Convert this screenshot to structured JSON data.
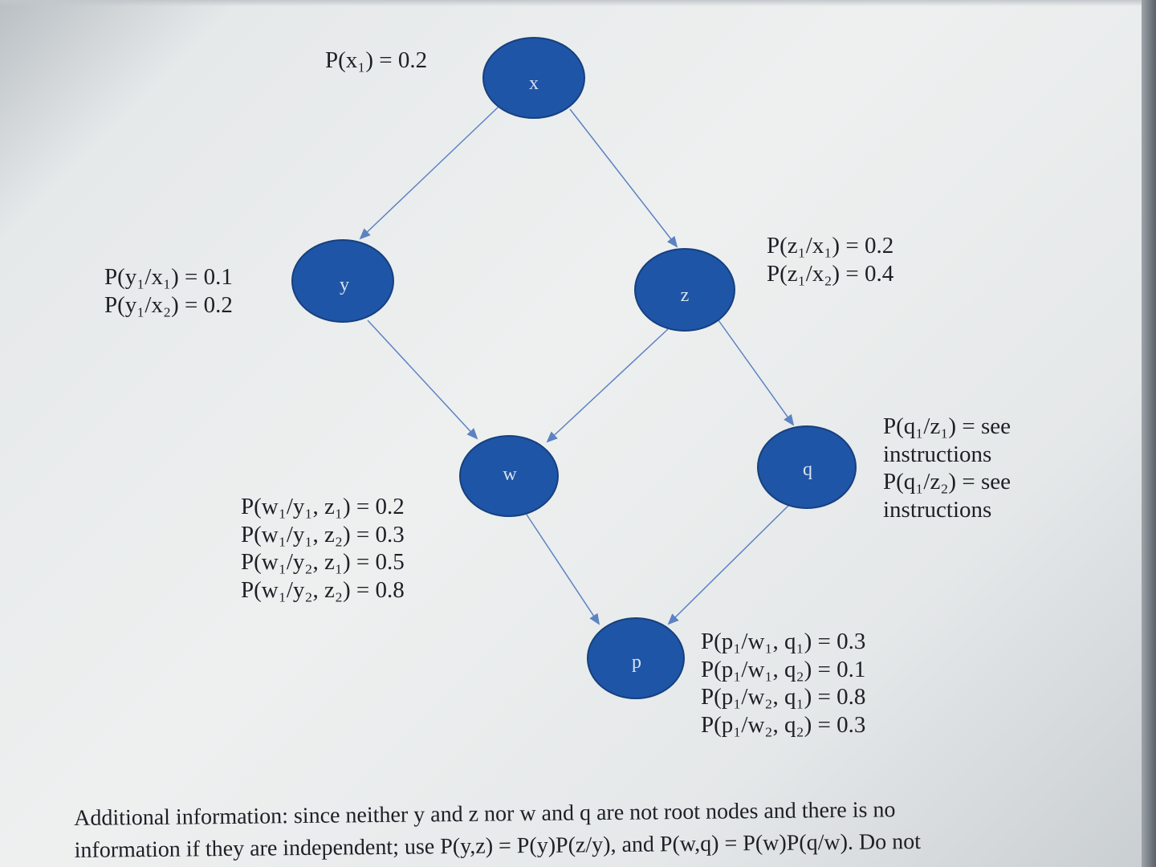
{
  "nodes": {
    "x": {
      "label": "x"
    },
    "y": {
      "label": "y"
    },
    "z": {
      "label": "z"
    },
    "w": {
      "label": "w"
    },
    "q": {
      "label": "q"
    },
    "p": {
      "label": "p"
    }
  },
  "edges": [
    {
      "from": "x",
      "to": "y"
    },
    {
      "from": "x",
      "to": "z"
    },
    {
      "from": "y",
      "to": "w"
    },
    {
      "from": "z",
      "to": "w"
    },
    {
      "from": "z",
      "to": "q"
    },
    {
      "from": "w",
      "to": "p"
    },
    {
      "from": "q",
      "to": "p"
    }
  ],
  "probabilities": {
    "x": [
      "P(x₁) = 0.2"
    ],
    "y": [
      "P(y₁/x₁) = 0.1",
      "P(y₁/x₂) = 0.2"
    ],
    "z": [
      "P(z₁/x₁) = 0.2",
      "P(z₁/x₂) = 0.4"
    ],
    "w": [
      "P(w₁/y₁, z₁) = 0.2",
      "P(w₁/y₁, z₂) = 0.3",
      "P(w₁/y₂, z₁) = 0.5",
      "P(w₁/y₂, z₂) = 0.8"
    ],
    "q": [
      "P(q₁/z₁) = see",
      "instructions",
      "P(q₁/z₂) = see",
      "instructions"
    ],
    "p": [
      "P(p₁/w₁, q₁) = 0.3",
      "P(p₁/w₁, q₂) = 0.1",
      "P(p₁/w₂, q₁) = 0.8",
      "P(p₁/w₂, q₂) = 0.3"
    ]
  },
  "footer": {
    "line1": "Additional information: since neither y and z nor w and q are not root nodes and there is no",
    "line2": "information if they are independent; use P(y,z) = P(y)P(z/y), and  P(w,q) = P(w)P(q/w). Do not"
  },
  "colors": {
    "node_fill": "#1f55a6",
    "node_stroke": "#16407f",
    "edge": "#5d82c2"
  }
}
